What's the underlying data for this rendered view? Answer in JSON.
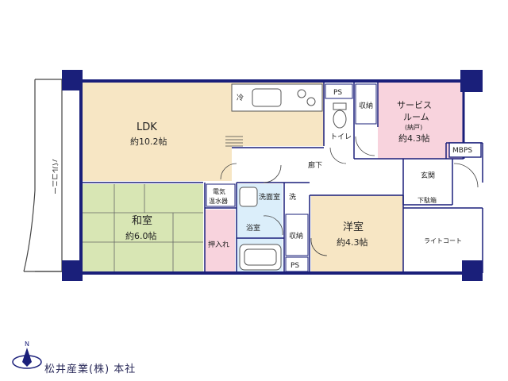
{
  "rooms": {
    "ldk": {
      "name": "LDK",
      "size": "約10.2帖"
    },
    "service": {
      "line1": "サービス",
      "line2": "ルーム",
      "line3": "(納戸)",
      "size": "約4.3帖"
    },
    "washitsu": {
      "name": "和室",
      "size": "約6.0帖"
    },
    "yoshitsu": {
      "name": "洋室",
      "size": "約4.3帖"
    }
  },
  "labels": {
    "balcony": "バルコニー",
    "fridge": "冷",
    "ps_top": "PS",
    "ps_bottom": "PS",
    "storage_top": "収納",
    "storage_bottom": "収納",
    "toilet": "トイレ",
    "corridor": "廊下",
    "mbps": "MBPS",
    "entrance": "玄関",
    "shoe_box": "下駄箱",
    "water_heater_1": "電気",
    "water_heater_2": "温水器",
    "washroom": "洗面室",
    "wash": "洗",
    "bathroom": "浴室",
    "closet": "押入れ",
    "light_court": "ライトコート",
    "compass": "N"
  },
  "colors": {
    "wall": "#1a1f7a",
    "ldk": "#f7e6c4",
    "service": "#f8d3dd",
    "washitsu": "#d8e6b4",
    "yoshitsu": "#f7e6c4",
    "closet": "#f8d3dd",
    "wet": "#dbeefa",
    "company_text": "#2a2a5a"
  },
  "company": "松井産業(株) 本社"
}
